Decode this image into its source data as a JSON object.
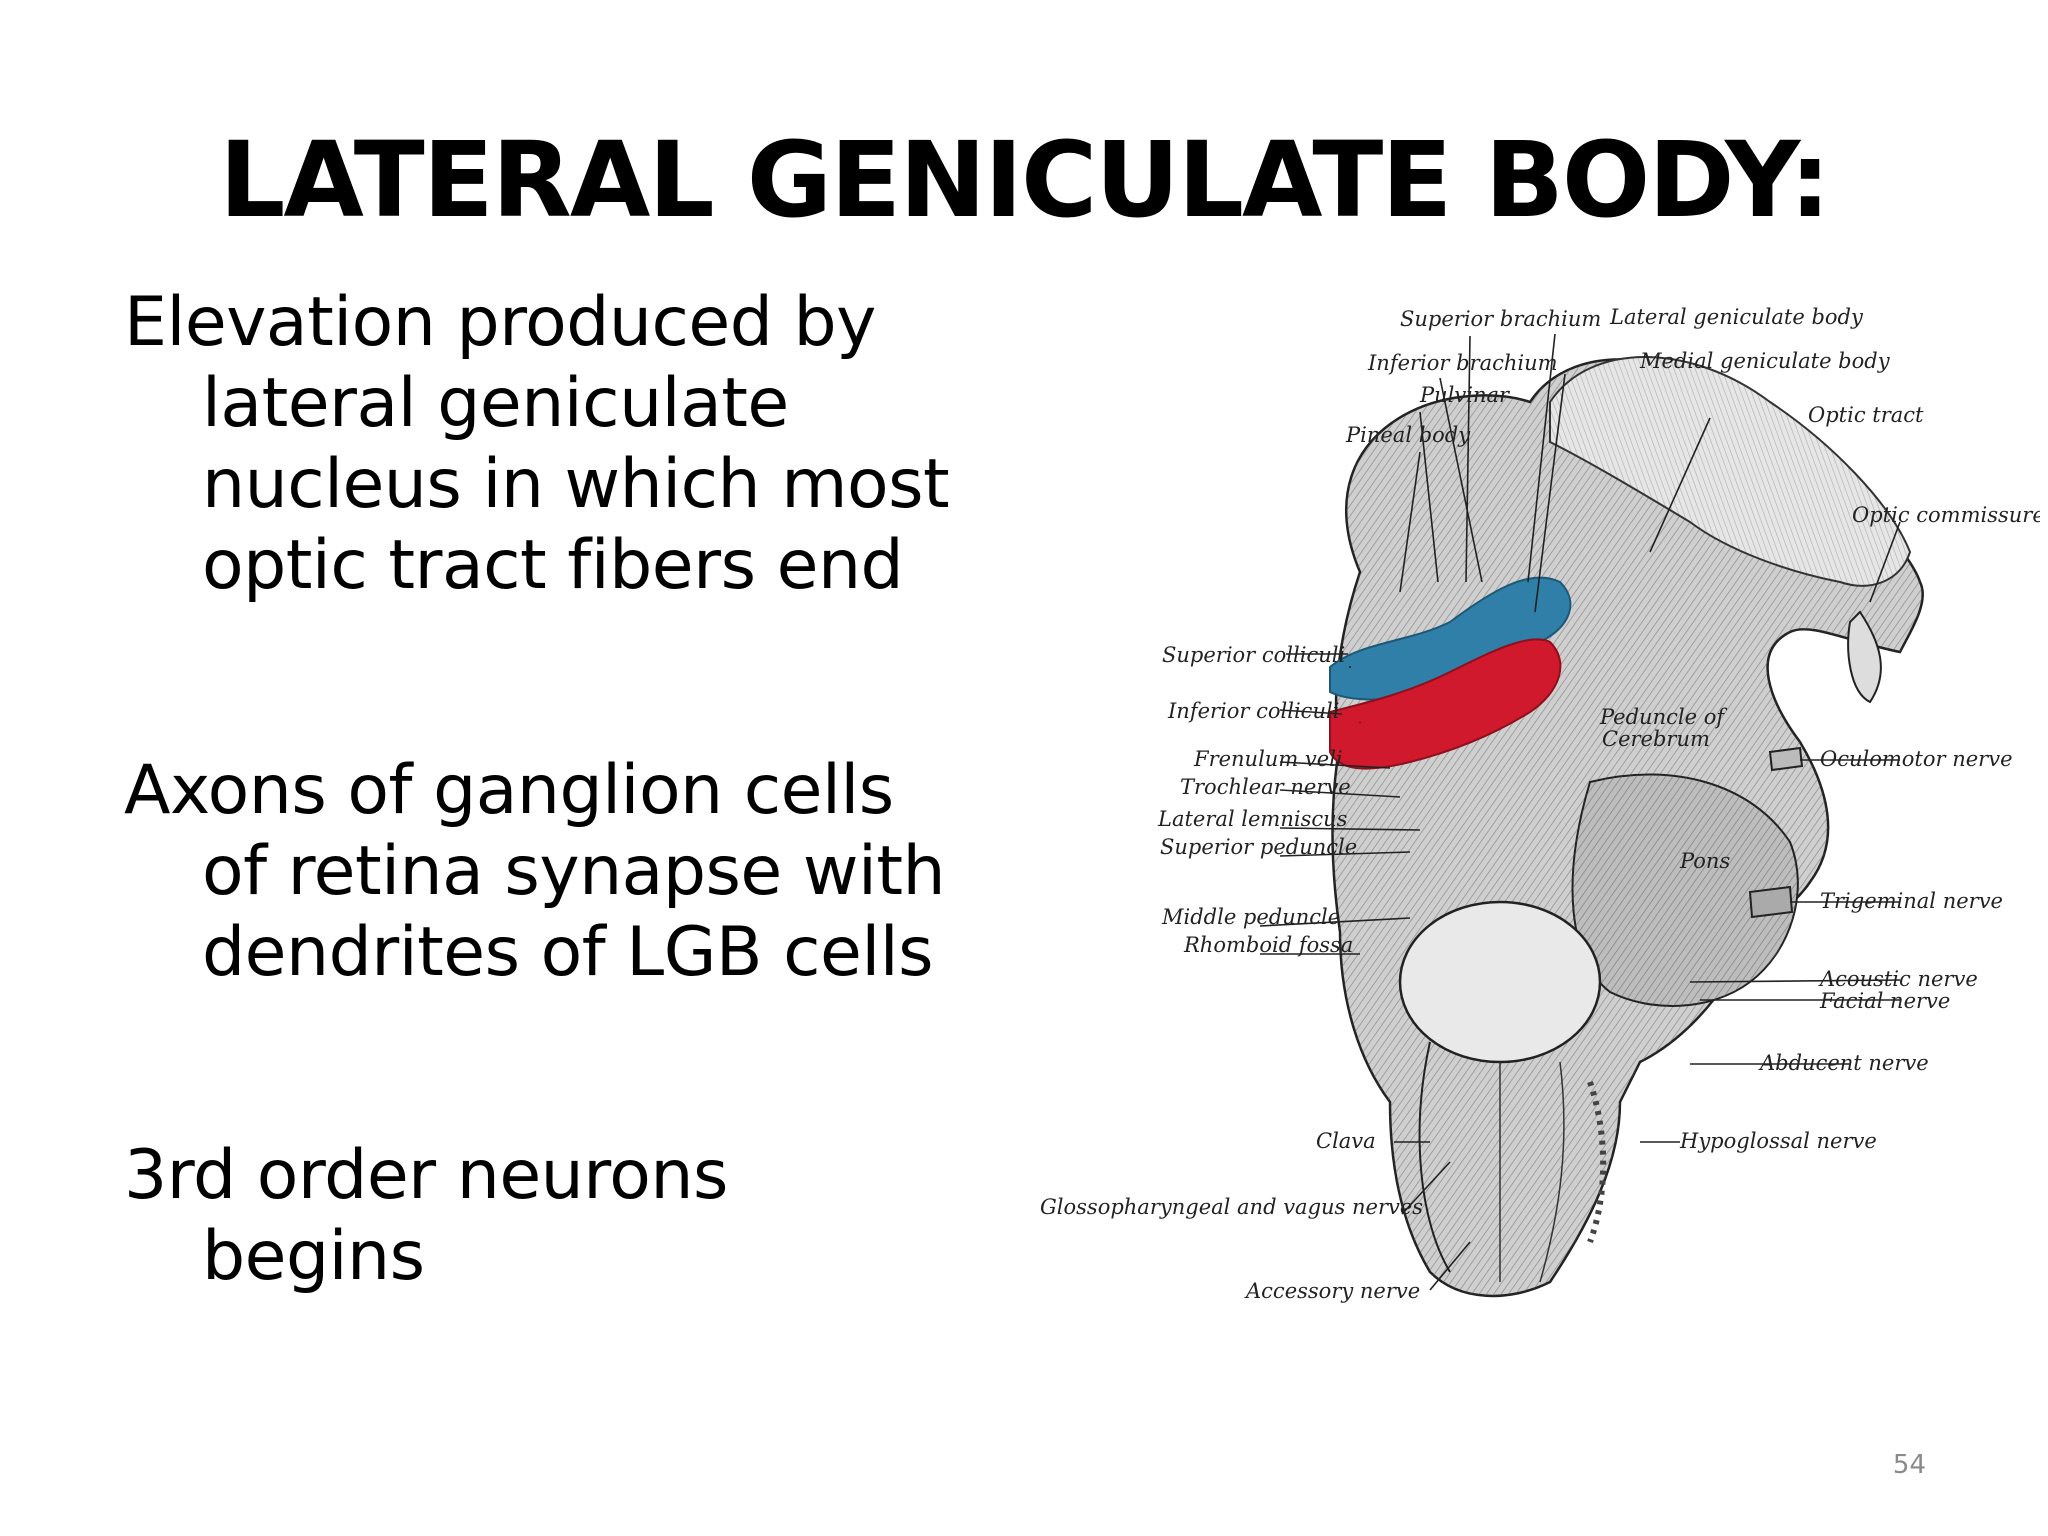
{
  "slide": {
    "title": "LATERAL GENICULATE BODY:",
    "bullets": [
      "Elevation produced by lateral geniculate nucleus in which most optic tract fibers end",
      "Axons of ganglion cells of retina synapse with dendrites of LGB cells",
      "3rd order neurons begins"
    ],
    "page_number": "54"
  },
  "diagram": {
    "colors": {
      "highlight_blue": "#2f7fa8",
      "highlight_red": "#d0192d"
    },
    "labels": {
      "superior_brachium": "Superior brachium",
      "lateral_geniculate_body": "Lateral geniculate body",
      "inferior_brachium": "Inferior brachium",
      "medial_geniculate_body": "Medial geniculate body",
      "pulvinar": "Pulvinar",
      "pineal_body": "Pineal body",
      "optic_tract": "Optic tract",
      "optic_commissure": "Optic commissure",
      "superior_colliculi": "Superior colliculi",
      "inferior_colliculi": "Inferior colliculi",
      "peduncle_1": "Peduncle of",
      "peduncle_2": "Cerebrum",
      "frenulum_veli": "Frenulum veli",
      "trochlear_nerve": "Trochlear nerve",
      "oculomotor_nerve": "Oculomotor nerve",
      "lateral_lemniscus": "Lateral lemniscus",
      "superior_peduncle": "Superior peduncle",
      "pons": "Pons",
      "middle_peduncle": "Middle peduncle",
      "trigeminal_nerve": "Trigeminal nerve",
      "rhomboid_fossa": "Rhomboid fossa",
      "acoustic_nerve": "Acoustic nerve",
      "facial_nerve": "Facial nerve",
      "abducent_nerve": "Abducent nerve",
      "clava": "Clava",
      "hypoglossal_nerve": "Hypoglossal nerve",
      "glossopharyngeal_vagus": "Glossopharyngeal and vagus nerves",
      "accessory_nerve": "Accessory nerve"
    }
  }
}
